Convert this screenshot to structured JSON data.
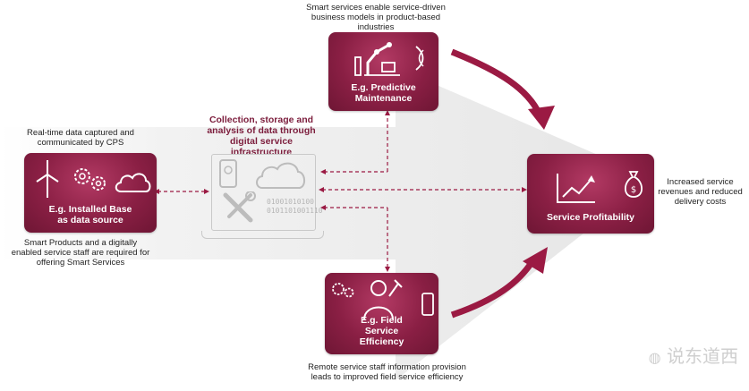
{
  "top_caption": "Smart services enable service-driven business models in product-based industries",
  "collection_caption": "Collection, storage and analysis of data through digital service infrastructure",
  "realtime_caption": "Real-time data captured and communicated by CPS",
  "smart_products_caption": "Smart Products and a digitally enabled service staff are required for offering Smart Services",
  "increased_caption": "Increased service revenues and reduced delivery costs",
  "remote_caption": "Remote service staff information provision leads to improved field service efficiency",
  "cards": {
    "installed_base": "E.g. Installed Base as data source",
    "predictive_maintenance": "E.g. Predictive Maintenance",
    "field_service": "E.g. Field Service Efficiency",
    "profitability": "Service Profitability"
  },
  "binary_lines": [
    "01001010100",
    "0101101001110"
  ],
  "watermark": "说东道西",
  "colors": {
    "maroon": "#8a1f44",
    "arrow": "#9b1a43",
    "grey_band": "#ececec"
  }
}
